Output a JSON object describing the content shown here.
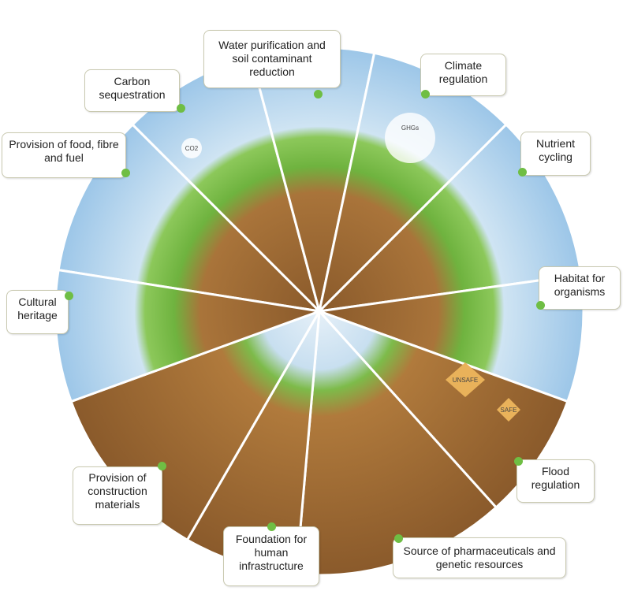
{
  "labels": {
    "water": "Water purification and soil contaminant reduction",
    "climate": "Climate regulation",
    "carbon": "Carbon sequestration",
    "food": "Provision of food, fibre and fuel",
    "nutrient": "Nutrient cycling",
    "cultural": "Cultural heritage",
    "habitat": "Habitat for organisms",
    "flood": "Flood regulation",
    "construction": "Provision of construction materials",
    "foundation": "Foundation for human infrastructure",
    "pharma": "Source of pharmaceuticals and genetic resources"
  },
  "illustration_text": {
    "co2": "CO2",
    "ghgs": "GHGs",
    "unsafe": "UNSAFE",
    "safe": "SAFE"
  },
  "colors": {
    "sky": "#bcd9ef",
    "grass": "#6fb33f",
    "soil": "#a9743a",
    "label_dot": "#6fbe44"
  }
}
